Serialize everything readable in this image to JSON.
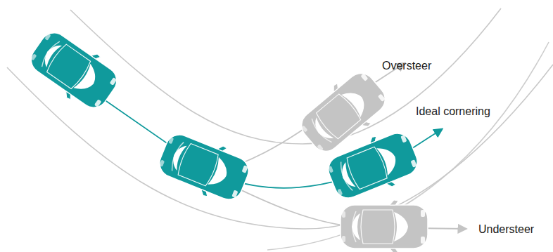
{
  "diagram": {
    "labels": [
      "Oversteer",
      "Ideal cornering",
      "Understeer"
    ]
  }
}
